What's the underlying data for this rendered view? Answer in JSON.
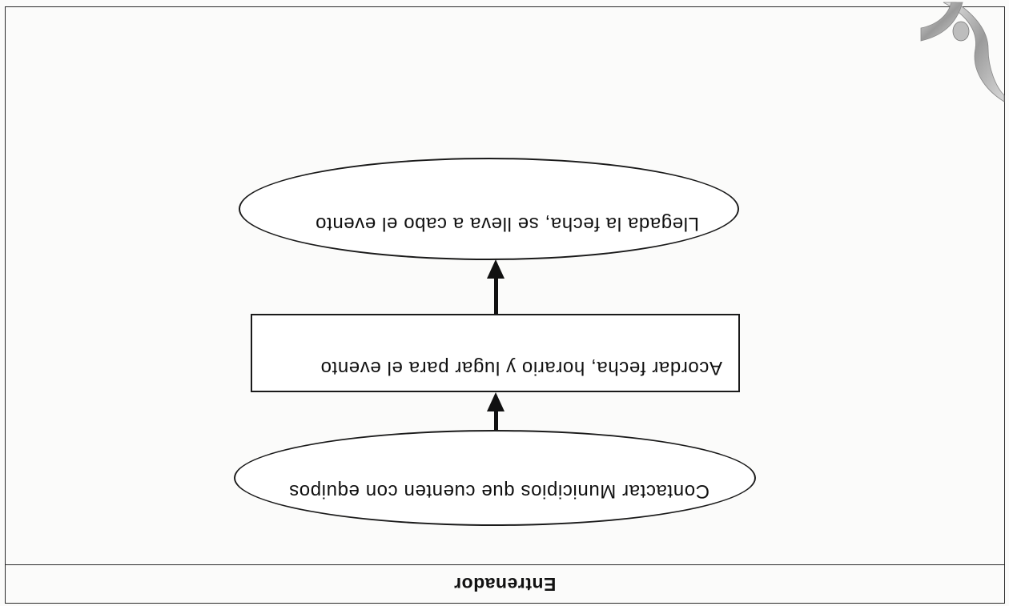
{
  "diagram": {
    "lane_title": "Entrenador",
    "nodes": [
      {
        "id": "n1",
        "shape": "ellipse",
        "text": "Contactar Municipios que cuenten con equipos"
      },
      {
        "id": "n2",
        "shape": "rectangle",
        "text": "Acordar fecha, horario y lugar para el evento"
      },
      {
        "id": "n3",
        "shape": "ellipse",
        "text": "Llegada la fecha, se lleva a cabo el evento"
      }
    ],
    "edges": [
      {
        "from": "n1",
        "to": "n2"
      },
      {
        "from": "n2",
        "to": "n3"
      }
    ],
    "orientation": "rotated 180 degrees"
  }
}
